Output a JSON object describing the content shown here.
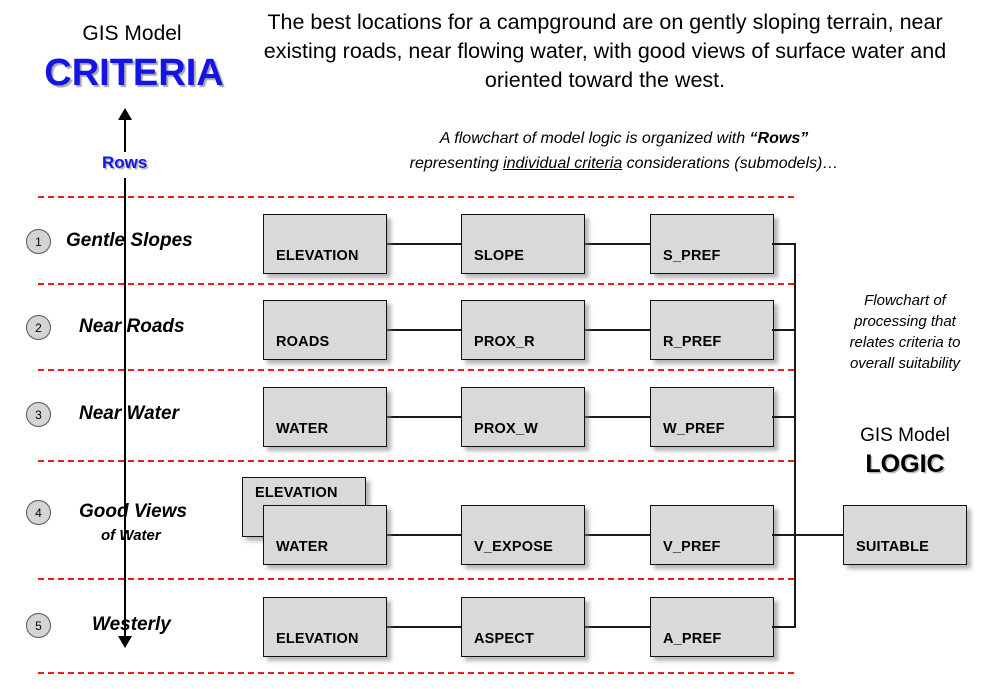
{
  "header": {
    "model_label": "GIS Model",
    "criteria_word": "CRITERIA",
    "headline": "The best locations for a campground are on gently sloping terrain, near existing roads, near flowing water, with good views of surface water and oriented toward the west.",
    "subnote_line1_a": "A flowchart of model logic is organized  with ",
    "subnote_line1_b": "“Rows”",
    "subnote_line2_a": "representing ",
    "subnote_line2_b": "individual criteria",
    "subnote_line2_c": " considerations (submodels)…",
    "rows_axis_label": "Rows"
  },
  "right_panel": {
    "side_note": "Flowchart of processing that relates criteria to overall suitability",
    "logic_model_label": "GIS Model",
    "logic_word": "LOGIC"
  },
  "criteria_rows": [
    {
      "number": "1",
      "name": "Gentle Slopes",
      "sub": ""
    },
    {
      "number": "2",
      "name": "Near Roads",
      "sub": ""
    },
    {
      "number": "3",
      "name": "Near Water",
      "sub": ""
    },
    {
      "number": "4",
      "name": "Good Views",
      "sub": "of Water"
    },
    {
      "number": "5",
      "name": "Westerly",
      "sub": ""
    }
  ],
  "nodes": {
    "row1": {
      "input": "ELEVATION",
      "process": "SLOPE",
      "pref": "S_PREF"
    },
    "row2": {
      "input": "ROADS",
      "process": "PROX_R",
      "pref": "R_PREF"
    },
    "row3": {
      "input": "WATER",
      "process": "PROX_W",
      "pref": "W_PREF"
    },
    "row4": {
      "input_back": "ELEVATION",
      "input": "WATER",
      "process": "V_EXPOSE",
      "pref": "V_PREF"
    },
    "row5": {
      "input": "ELEVATION",
      "process": "ASPECT",
      "pref": "A_PREF"
    },
    "output": "SUITABLE"
  },
  "colors": {
    "criteria_blue": "#1414e6",
    "separator_red": "#ee1c1c",
    "node_fill": "#d9d9d9",
    "node_border": "#111111",
    "background": "#ffffff"
  }
}
